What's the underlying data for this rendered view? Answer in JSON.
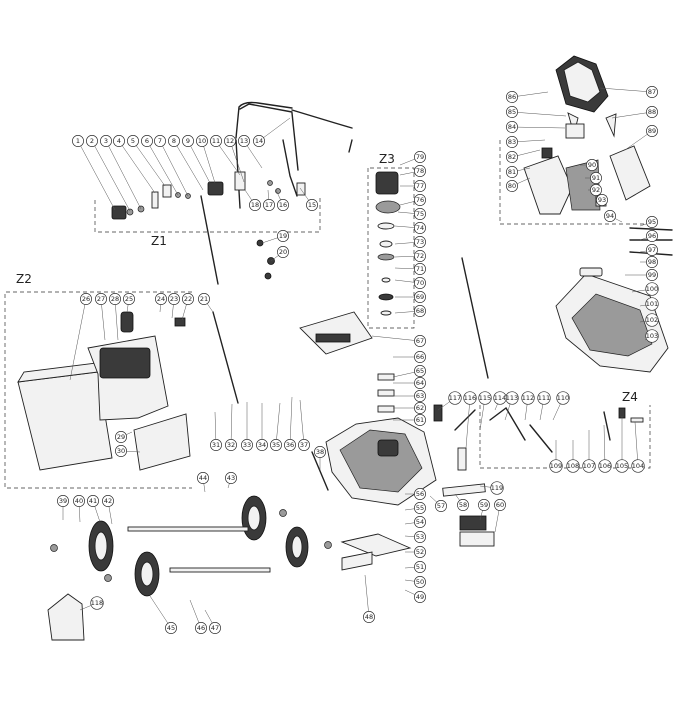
{
  "groups": {
    "z1": "Z1",
    "z2": "Z2",
    "z3": "Z3",
    "z4": "Z4"
  },
  "callouts": [
    "1",
    "2",
    "3",
    "4",
    "5",
    "6",
    "7",
    "8",
    "9",
    "10",
    "11",
    "12",
    "13",
    "14",
    "15",
    "16",
    "17",
    "18",
    "19",
    "20",
    "21",
    "22",
    "23",
    "24",
    "25",
    "26",
    "27",
    "28",
    "29",
    "30",
    "31",
    "32",
    "33",
    "34",
    "35",
    "36",
    "37",
    "38",
    "39",
    "40",
    "41",
    "42",
    "43",
    "44",
    "45",
    "46",
    "47",
    "48",
    "49",
    "50",
    "51",
    "52",
    "53",
    "54",
    "55",
    "56",
    "57",
    "58",
    "59",
    "60",
    "61",
    "62",
    "63",
    "64",
    "65",
    "66",
    "67",
    "68",
    "69",
    "70",
    "71",
    "72",
    "73",
    "74",
    "75",
    "76",
    "77",
    "78",
    "79",
    "80",
    "81",
    "82",
    "83",
    "84",
    "85",
    "86",
    "87",
    "88",
    "89",
    "90",
    "91",
    "92",
    "93",
    "94",
    "95",
    "96",
    "97",
    "98",
    "99",
    "100",
    "101",
    "102",
    "103",
    "104",
    "105",
    "106",
    "107",
    "108",
    "109",
    "110",
    "111",
    "112",
    "113",
    "114",
    "115",
    "116",
    "117",
    "118",
    "119"
  ]
}
